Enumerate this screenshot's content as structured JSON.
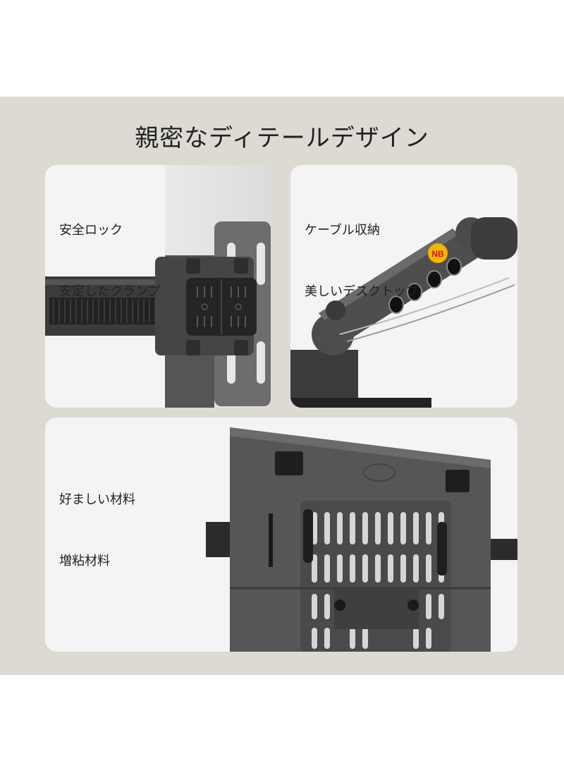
{
  "header": {
    "title": "親密なディテールデザイン"
  },
  "cards": [
    {
      "lines": [
        "安全ロック",
        "安定したクランプ"
      ]
    },
    {
      "lines": [
        "ケーブル収納",
        "美しいデスクトップ"
      ]
    },
    {
      "lines": [
        "好ましい材料",
        "増粘材料"
      ]
    }
  ],
  "brand": {
    "logo_text": "NB",
    "accent": "#f5b400"
  },
  "colors": {
    "band": "#dcdad3",
    "card": "#f4f4f4",
    "metal": "#4a4a4a"
  }
}
